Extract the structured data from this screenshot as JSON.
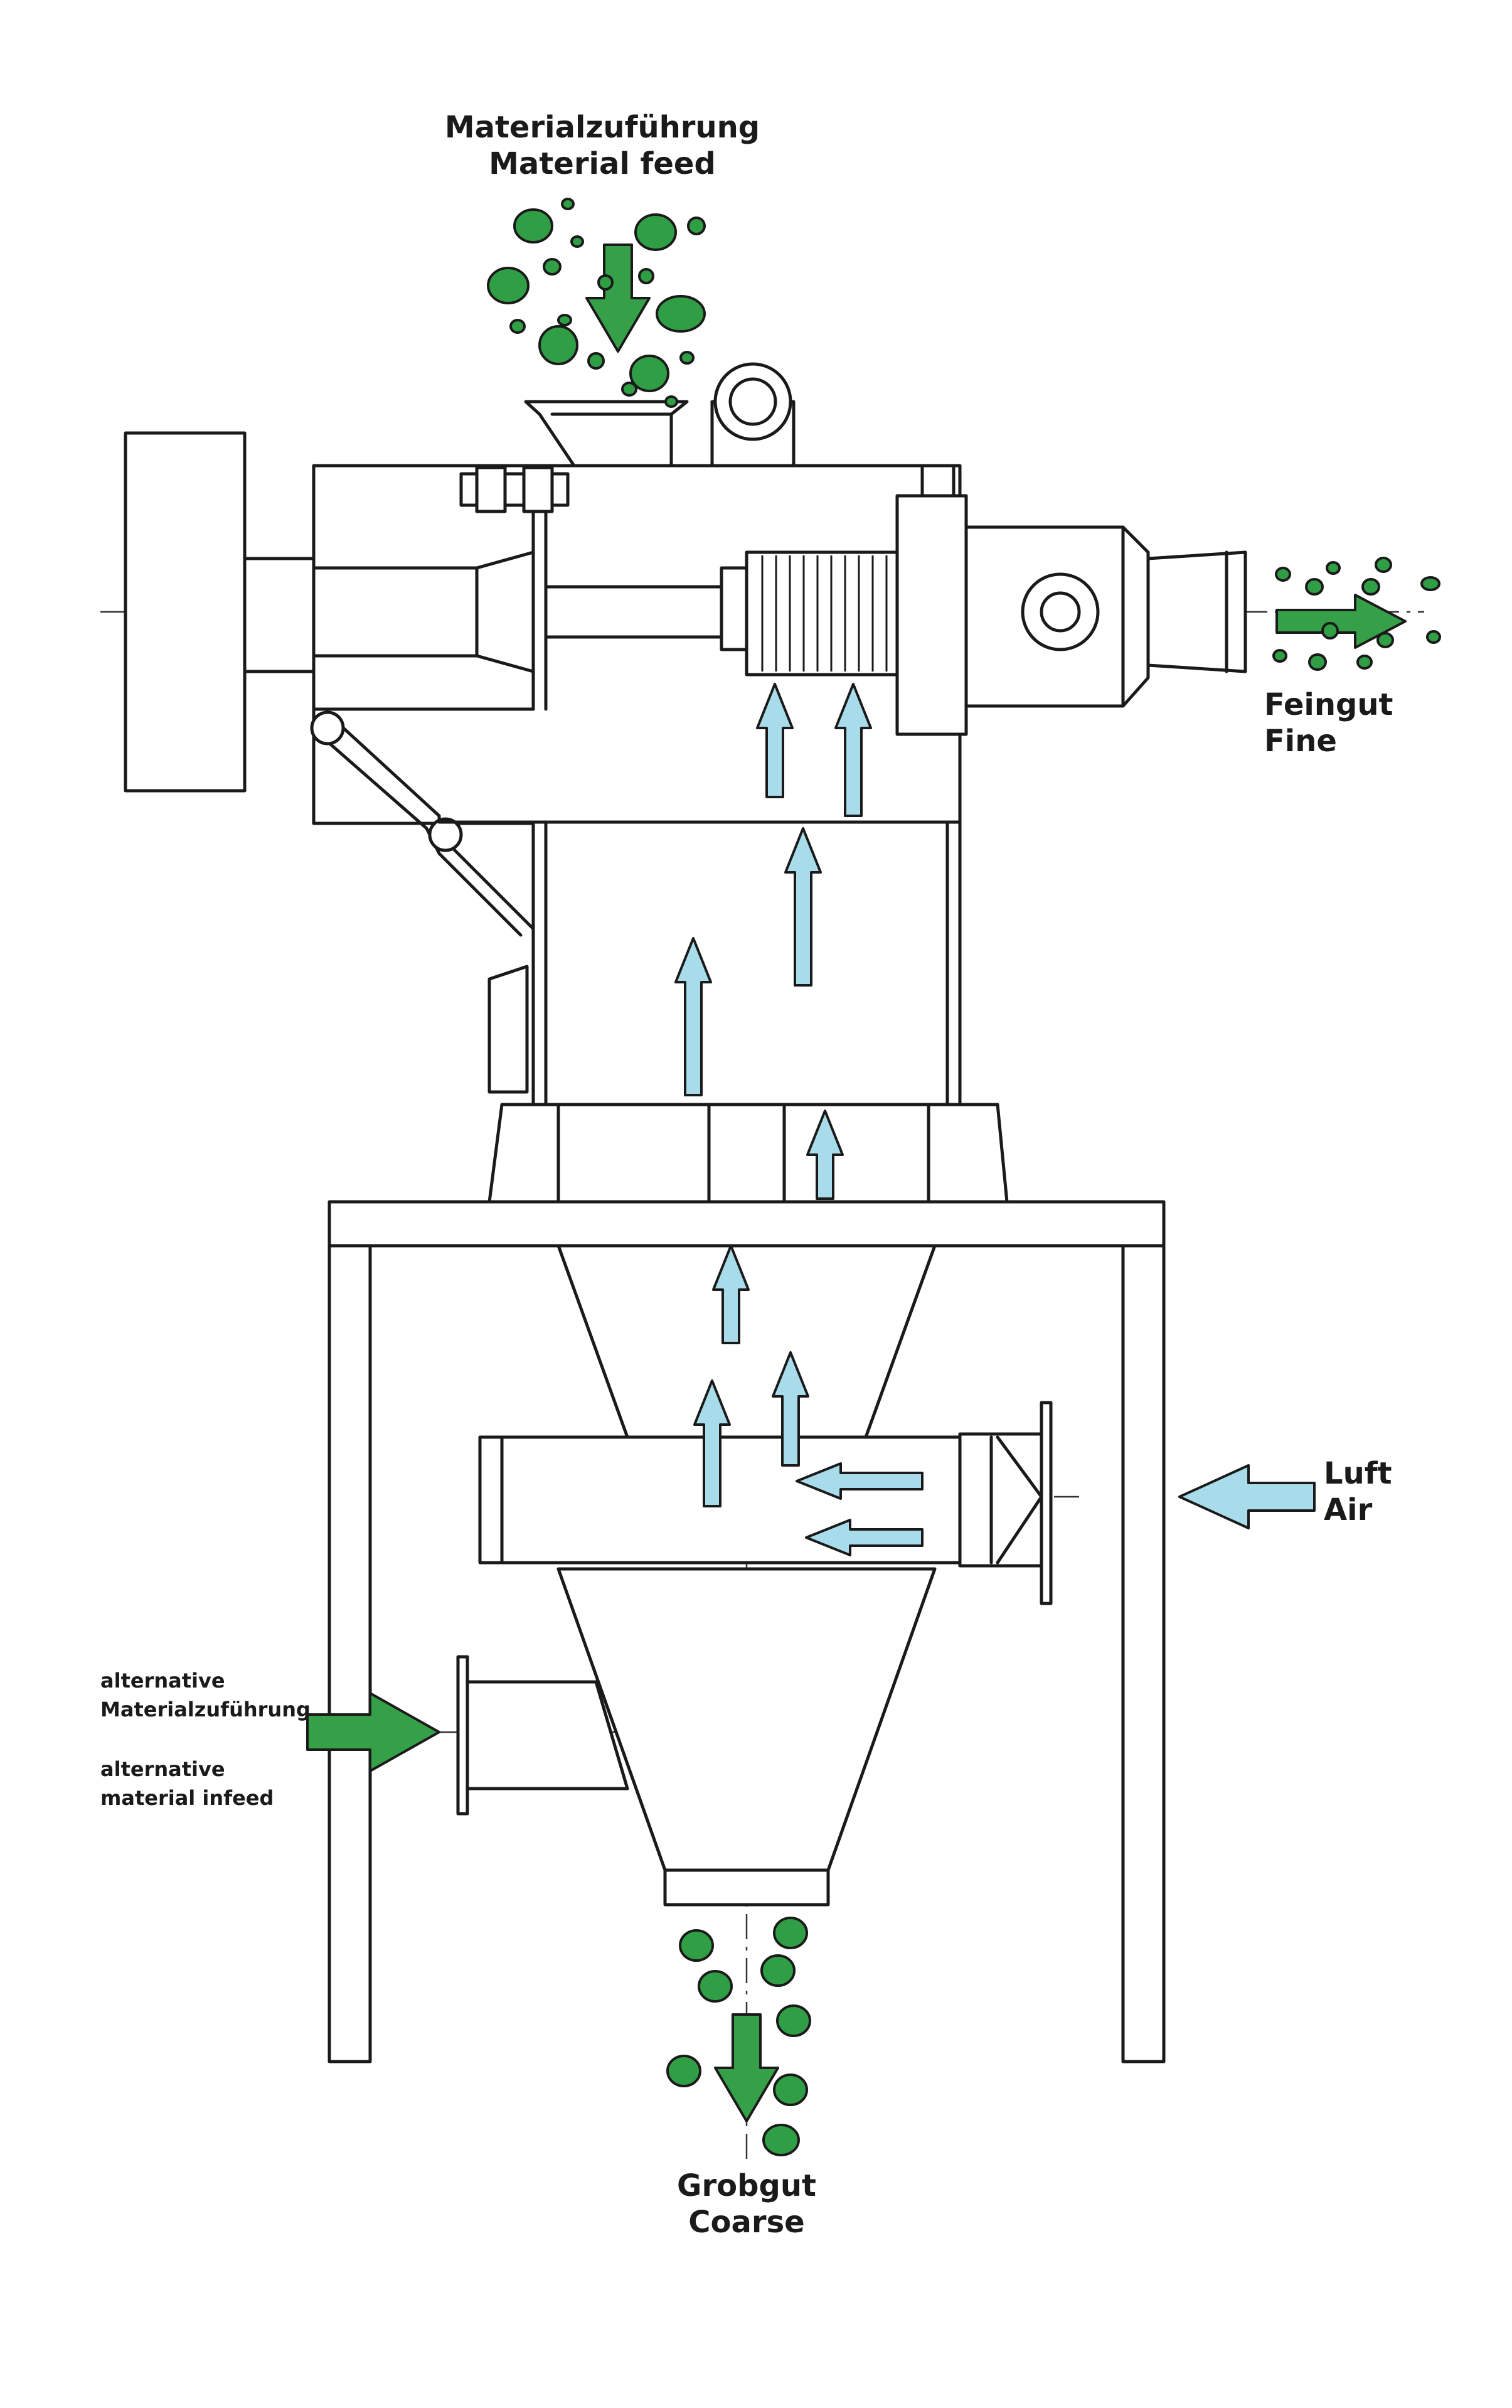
{
  "labels": {
    "feed_de": "Materialzuführung",
    "feed_en": "Material feed",
    "fine_de": "Feingut",
    "fine_en": "Fine",
    "air_de": "Luft",
    "air_en": "Air",
    "alt_feed_de_1": "alternative",
    "alt_feed_de_2": "Materialzuführung",
    "alt_feed_en_1": "alternative",
    "alt_feed_en_2": "material infeed",
    "coarse_de": "Grobgut",
    "coarse_en": "Coarse"
  },
  "colors": {
    "material": "#2f9e44",
    "material_arrow": "#35a048",
    "air": "#a8dcea",
    "outline": "#1a1a1a"
  },
  "icons": {
    "material_flow_arrow": "arrow",
    "air_flow_arrow": "arrow",
    "particle": "ellipse"
  }
}
